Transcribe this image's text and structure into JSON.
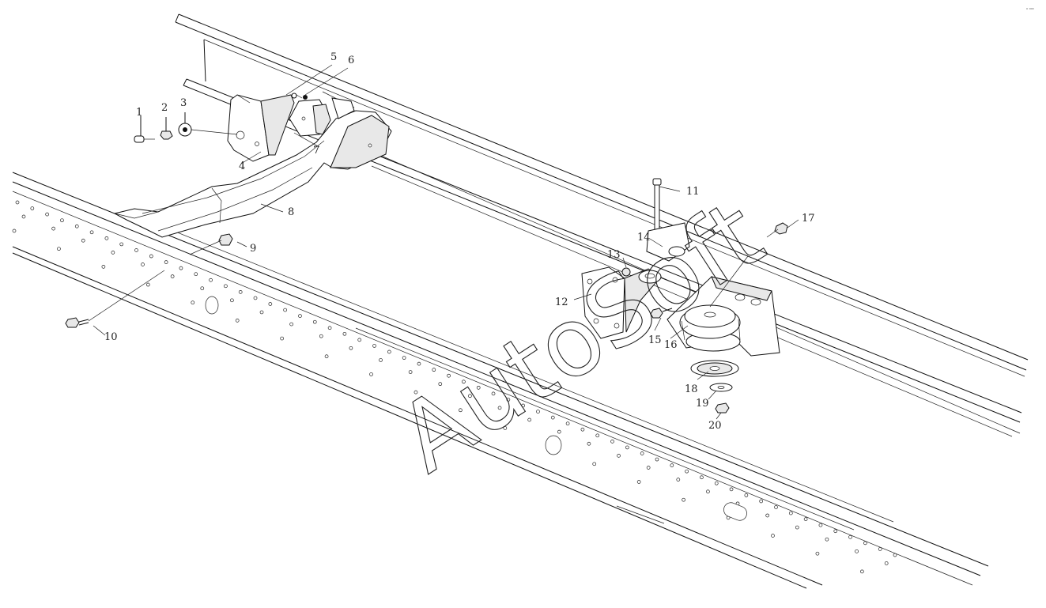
{
  "diagram": {
    "callouts": [
      "1",
      "2",
      "3",
      "4",
      "5",
      "6",
      "7",
      "8",
      "9",
      "10",
      "11",
      "12",
      "13",
      "14",
      "15",
      "16",
      "17",
      "18",
      "19",
      "20"
    ]
  },
  "watermark": {
    "text": "AutoSoft"
  },
  "corner_mark": {
    "text": "⁰ ⁰⁰⁰"
  }
}
